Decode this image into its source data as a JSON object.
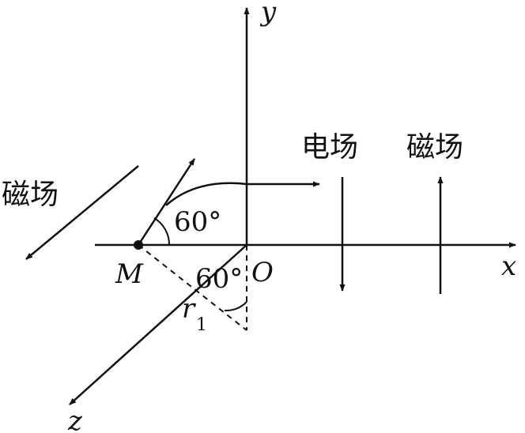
{
  "axes": {
    "x": "x",
    "y": "y",
    "z": "z"
  },
  "points": {
    "origin": "O",
    "particle": "M"
  },
  "angle_velocity": "60°",
  "angle_projection": "60°",
  "radius": {
    "symbol": "r",
    "subscript": "1"
  },
  "regions": {
    "left_field": "磁场",
    "middle_field": "电场",
    "right_field": "磁场"
  }
}
